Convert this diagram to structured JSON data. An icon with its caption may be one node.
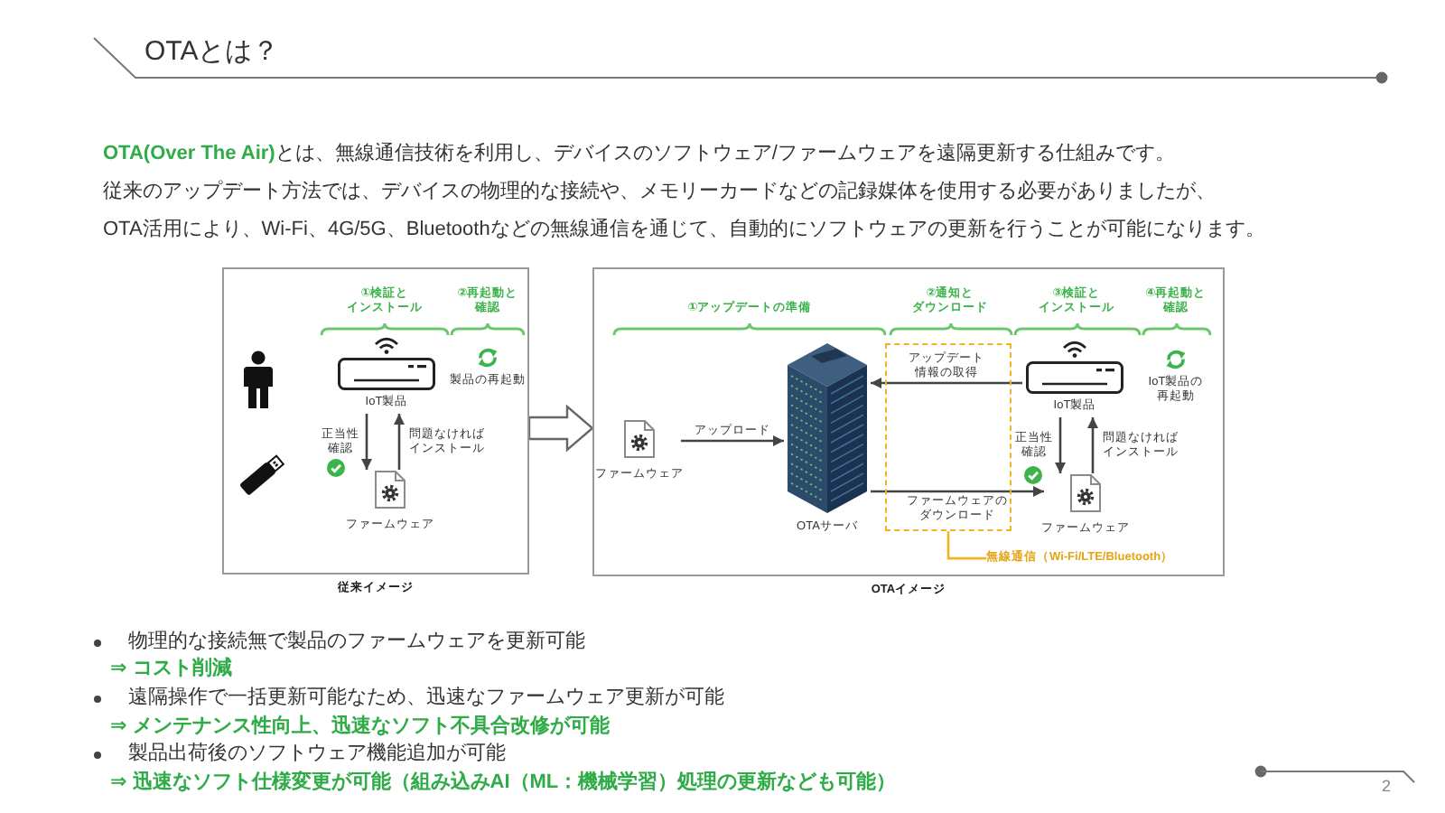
{
  "diagram": {
    "title": "OTAとは？",
    "nodes": [
      {
        "text": [
          "従来イメージ"
        ]
      },
      {
        "text": [
          "IoT製品"
        ],
        "in": 0
      },
      {
        "text": [
          "製品の再起動"
        ],
        "in": 0
      },
      {
        "text": [
          "ファームウェア"
        ],
        "in": 0
      },
      {
        "text": [
          "OTAイメージ"
        ]
      },
      {
        "text": [
          "ファームウェア"
        ],
        "in": 4
      },
      {
        "text": [
          "OTAサーバ"
        ],
        "in": 4
      },
      {
        "text": [
          "IoT製品"
        ],
        "in": 4
      },
      {
        "text": [
          "IoT製品の再起動"
        ],
        "in": 4
      },
      {
        "text": [
          "ファームウェア"
        ],
        "in": 4
      },
      {
        "text": [
          "無線通信（Wi-Fi/LTE/Bluetooth）"
        ],
        "in": 4
      }
    ],
    "edges": [
      {
        "from": 1,
        "to": 3,
        "arrow": "to",
        "label": "正当性確認"
      },
      {
        "from": 3,
        "to": 1,
        "arrow": "to",
        "label": "問題なければインストール"
      },
      {
        "from": 0,
        "to": 4,
        "arrow": "to",
        "style": "thick"
      },
      {
        "from": 5,
        "to": 6,
        "arrow": "to",
        "label": "アップロード"
      },
      {
        "from": 7,
        "to": 6,
        "arrow": "to",
        "label": "アップデート情報の取得"
      },
      {
        "from": 6,
        "to": 9,
        "arrow": "to",
        "label": "ファームウェアのダウンロード"
      },
      {
        "from": 7,
        "to": 9,
        "arrow": "to",
        "label": "正当性確認"
      },
      {
        "from": 9,
        "to": 7,
        "arrow": "to",
        "label": "問題なければインストール"
      },
      {
        "from": 10,
        "to": null,
        "arrow": "none",
        "color": "#f2b325"
      }
    ],
    "labels": [
      "**OTA(Over The Air)**とは、無線通信技術を利用し、デバイスのソフトウェア/ファームウェアを遠隔更新する仕組みです。",
      "従来のアップデート方法では、デバイスの物理的な接続や、メモリーカードなどの記録媒体を使用する必要がありましたが、",
      "OTA活用により、Wi-Fi、4G/5G、Bluetoothなどの無線通信を通じて、自動的にソフトウェアの更新を行うことが可能になります。",
      "①検証とインストール",
      "②再起動と確認",
      "①アップデートの準備",
      "②通知とダウンロード",
      "③検証とインストール",
      "④再起動と確認",
      "物理的な接続無で製品のファームウェアを更新可能",
      "⇒ コスト削減",
      "遠隔操作で一括更新可能なため、迅速なファームウェア更新が可能",
      "⇒ メンテナンス性向上、迅速なソフト不具合改修が可能",
      "製品出荷後のソフトウェア機能追加が可能",
      "⇒ 迅速なソフト仕様変更が可能（組み込みAI（ML：機械学習）処理の更新なども可能）",
      "2"
    ]
  }
}
